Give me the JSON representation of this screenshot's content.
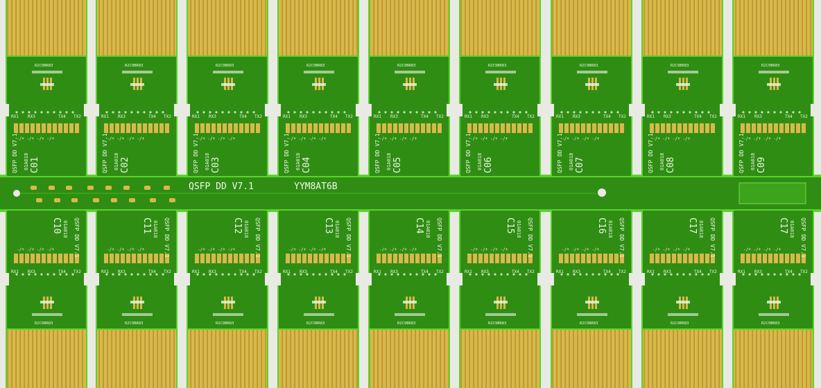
{
  "panel": {
    "product_label": "QSFP DD V7.1",
    "lot_code": "YYM8AT6B",
    "colors": {
      "background": "#e9eae4",
      "solder_mask": "#2f8d14",
      "solder_mask_edge": "#59d42c",
      "gold_finger": "#d9b84a",
      "gold_finger_dark": "#b8952e",
      "silkscreen": "#eef6e4"
    }
  },
  "board_silk": {
    "model": "QSFP DD V7.1",
    "date_code": "01A018",
    "chip_ref": "R2C9BR83",
    "rx_left": "RX1",
    "rx_right": "RX3",
    "tx_left": "TX4",
    "tx_right": "TX2",
    "pin_marks": "-/+"
  },
  "top_row_ids": [
    "C01",
    "C02",
    "C03",
    "C04",
    "C05",
    "C06",
    "C07",
    "C08",
    "C09"
  ],
  "bottom_row_ids": [
    "C10",
    "C11",
    "C12",
    "C13",
    "C14",
    "C15",
    "C16",
    "C17",
    "C17"
  ]
}
